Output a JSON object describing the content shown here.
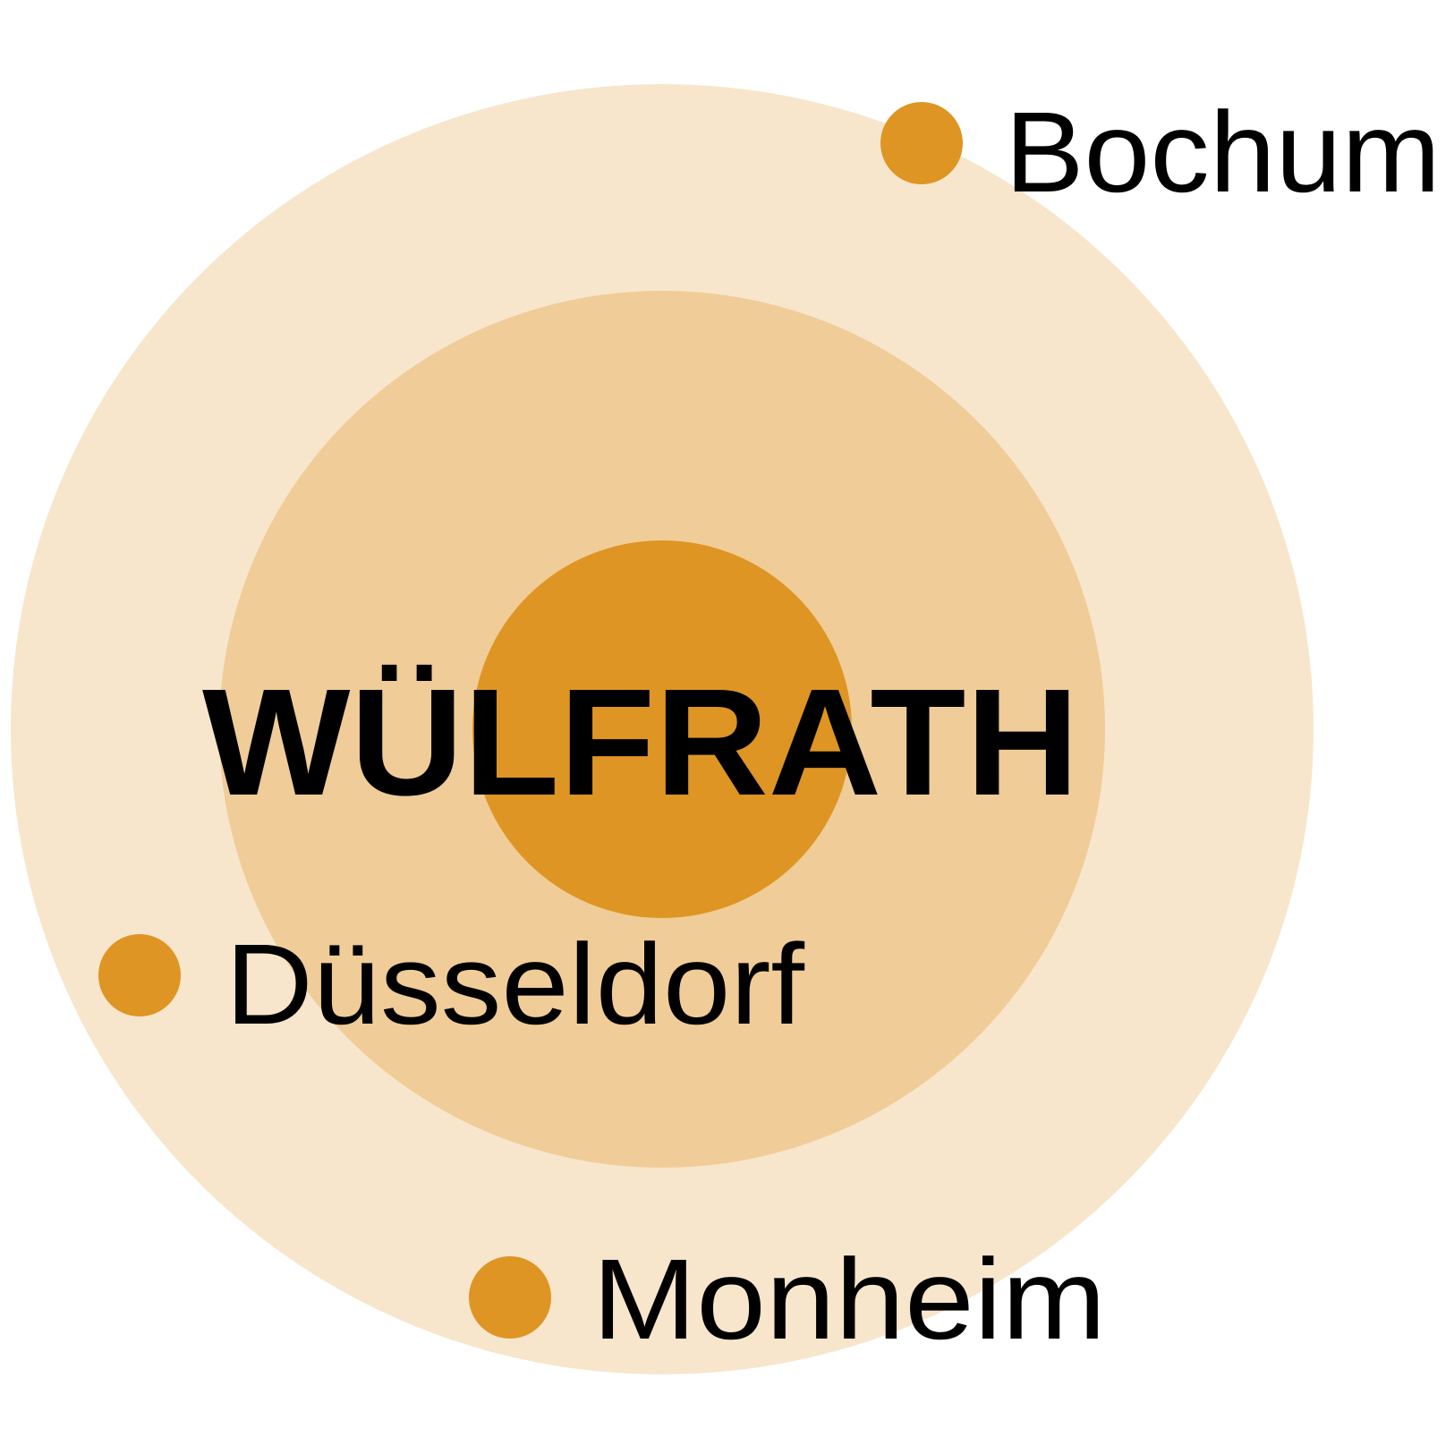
{
  "center": {
    "label": "WÜLFRATH"
  },
  "cities": {
    "bochum": {
      "label": "Bochum"
    },
    "duesseldorf": {
      "label": "Düsseldorf"
    },
    "monheim": {
      "label": "Monheim"
    }
  },
  "colors": {
    "outer_ring": "#f7e6cc",
    "middle_ring": "#f0cc98",
    "inner_circle": "#de9523",
    "city_dot": "#de9523",
    "text": "#000000"
  }
}
